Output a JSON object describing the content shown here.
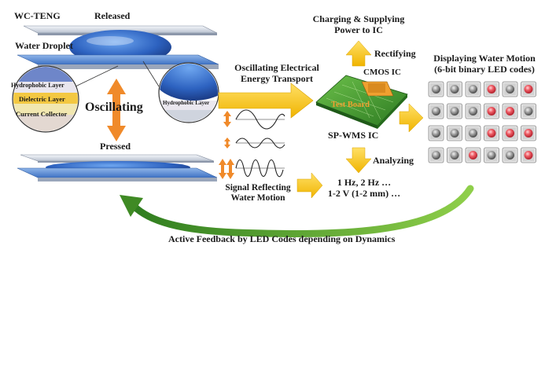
{
  "device": {
    "title": "WC-TENG",
    "state_released": "Released",
    "state_pressed": "Pressed",
    "water_droplet": "Water Droplet",
    "layers": [
      "Hydrophobic Layer",
      "Dielectric Layer",
      "Current Collector"
    ],
    "zoom_label": "Hydrophobic Layer",
    "motion": "Oscillating"
  },
  "transport": {
    "label_line1": "Oscillating Electrical",
    "label_line2": "Energy Transport"
  },
  "signal": {
    "label_line1": "Signal Reflecting",
    "label_line2": "Water Motion"
  },
  "board": {
    "board_label": "Test Board",
    "chip_label": "CMOS IC",
    "ic_label": "SP-WMS IC",
    "rectifying": "Rectifying",
    "analyzing": "Analyzing",
    "charging_line1": "Charging & Supplying",
    "charging_line2": "Power to IC"
  },
  "analysis": {
    "line1": "1 Hz, 2 Hz …",
    "line2": "1-2 V (1-2 mm) …"
  },
  "display": {
    "title_line1": "Displaying Water Motion",
    "title_line2": "(6-bit binary LED codes)",
    "rows": [
      [
        0,
        0,
        0,
        1,
        0,
        1
      ],
      [
        0,
        0,
        0,
        1,
        1,
        0
      ],
      [
        0,
        0,
        0,
        1,
        1,
        1
      ],
      [
        0,
        0,
        1,
        0,
        0,
        1
      ]
    ]
  },
  "feedback": "Active Feedback by LED Codes depending on Dynamics",
  "colors": {
    "orange_arrow": "#f08a2a",
    "yellow_arrow": "#f2c21a",
    "green_arrow": "#4c9a2a",
    "board_green": "#3f9b2f",
    "led_on": "#e8454f",
    "led_off": "#8f8f8f",
    "water": "#2f6fc8"
  }
}
